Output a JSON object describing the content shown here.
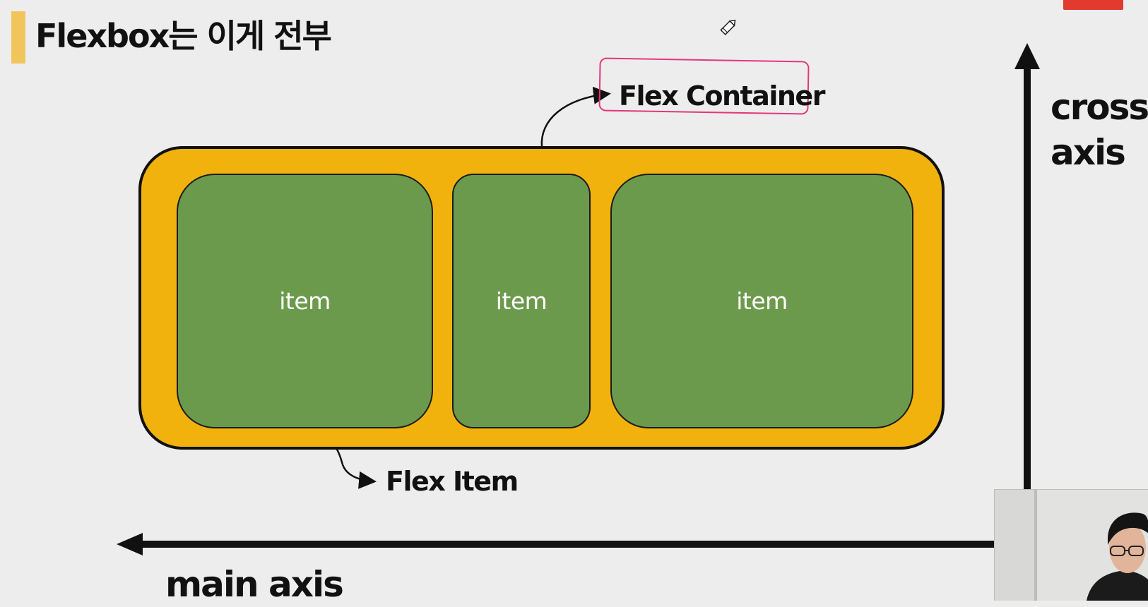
{
  "slide": {
    "title": "Flexbox는 이게 전부"
  },
  "diagram": {
    "container_callout": "Flex Container",
    "item_callout": "Flex Item",
    "items": [
      {
        "label": "item"
      },
      {
        "label": "item"
      },
      {
        "label": "item"
      }
    ],
    "cross_axis_label": "cross axis",
    "main_axis_label": "main axis"
  },
  "colors": {
    "background": "#ededed",
    "container_fill": "#f1b20d",
    "item_fill": "#6c9a4c",
    "callout_highlight": "#e5367a",
    "title_accent": "#f2c55c",
    "badge": "#e23a2e"
  },
  "icons": {
    "cursor": "pen-cursor-icon",
    "main_axis_arrow": "arrow-left-icon",
    "cross_axis_arrow": "arrow-up-icon"
  }
}
